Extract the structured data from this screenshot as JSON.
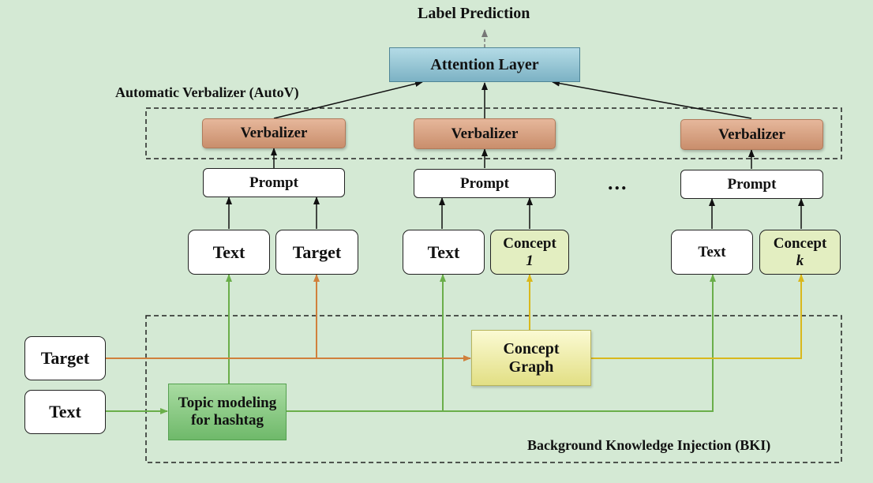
{
  "title": "Label Prediction",
  "attention_layer": "Attention Layer",
  "autov_label": "Automatic Verbalizer (AutoV)",
  "bki_label": "Background Knowledge Injection (BKI)",
  "ellipsis": "...",
  "columns": [
    {
      "verbalizer": "Verbalizer",
      "prompt": "Prompt",
      "left": "Text",
      "right": "Target"
    },
    {
      "verbalizer": "Verbalizer",
      "prompt": "Prompt",
      "left": "Text",
      "right_title": "Concept",
      "right_index": "1"
    },
    {
      "verbalizer": "Verbalizer",
      "prompt": "Prompt",
      "left": "Text",
      "right_title": "Concept",
      "right_index": "k"
    }
  ],
  "inputs": {
    "target": "Target",
    "text": "Text"
  },
  "topic_modeling": {
    "line1": "Topic modeling",
    "line2": "for hashtag"
  },
  "concept_graph": {
    "line1": "Concept",
    "line2": "Graph"
  },
  "colors": {
    "background": "#d4e9d4",
    "green_arrow": "#6aae4a",
    "orange_arrow": "#d0803c",
    "yellow_arrow": "#d9b81c",
    "gray_arrow": "#777777"
  }
}
